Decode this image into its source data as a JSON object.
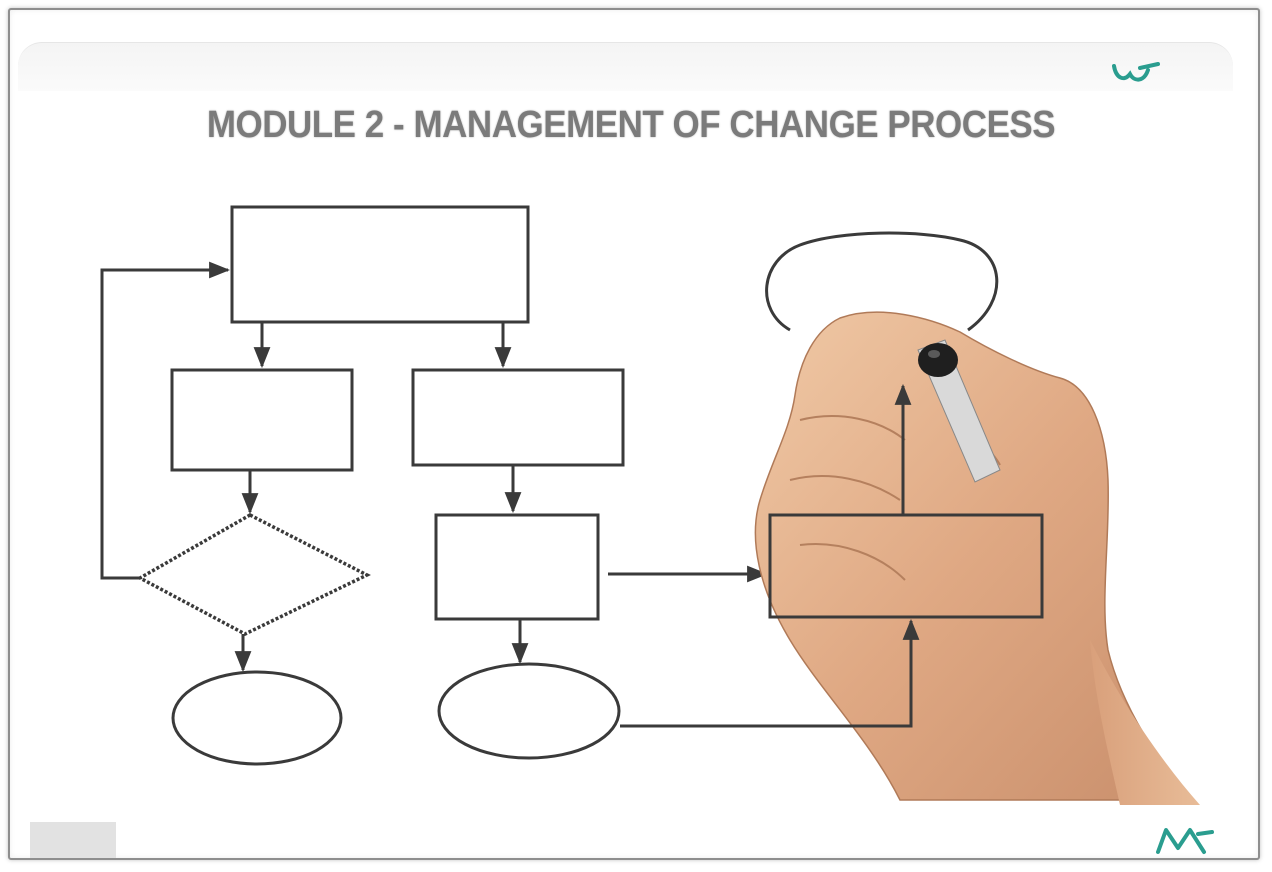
{
  "slide": {
    "title": "MODULE 2 - MANAGEMENT OF CHANGE PROCESS",
    "header_caption": ""
  },
  "diagram": {
    "nodes": [
      {
        "id": "top-box",
        "shape": "rectangle"
      },
      {
        "id": "left-box",
        "shape": "rectangle"
      },
      {
        "id": "mid-box",
        "shape": "rectangle"
      },
      {
        "id": "decision",
        "shape": "diamond"
      },
      {
        "id": "lower-mid-box",
        "shape": "rectangle"
      },
      {
        "id": "terminal-left",
        "shape": "ellipse"
      },
      {
        "id": "terminal-mid",
        "shape": "ellipse"
      },
      {
        "id": "right-box",
        "shape": "rectangle"
      },
      {
        "id": "terminal-top-right",
        "shape": "ellipse"
      }
    ],
    "edges": [
      [
        "top-box",
        "left-box"
      ],
      [
        "top-box",
        "mid-box"
      ],
      [
        "left-box",
        "decision"
      ],
      [
        "decision",
        "top-box"
      ],
      [
        "decision",
        "terminal-left"
      ],
      [
        "mid-box",
        "lower-mid-box"
      ],
      [
        "lower-mid-box",
        "terminal-mid"
      ],
      [
        "lower-mid-box",
        "right-box"
      ],
      [
        "terminal-mid",
        "right-box"
      ],
      [
        "right-box",
        "terminal-top-right"
      ]
    ]
  },
  "colors": {
    "stroke": "#3a3a3a",
    "title": "#7b7b7b",
    "logo": "#2a9d8f",
    "skin": "#e0b08a"
  },
  "icons": {
    "logo_top": "logo-icon",
    "logo_bottom": "logo-icon",
    "hand": "hand-with-marker-image"
  }
}
